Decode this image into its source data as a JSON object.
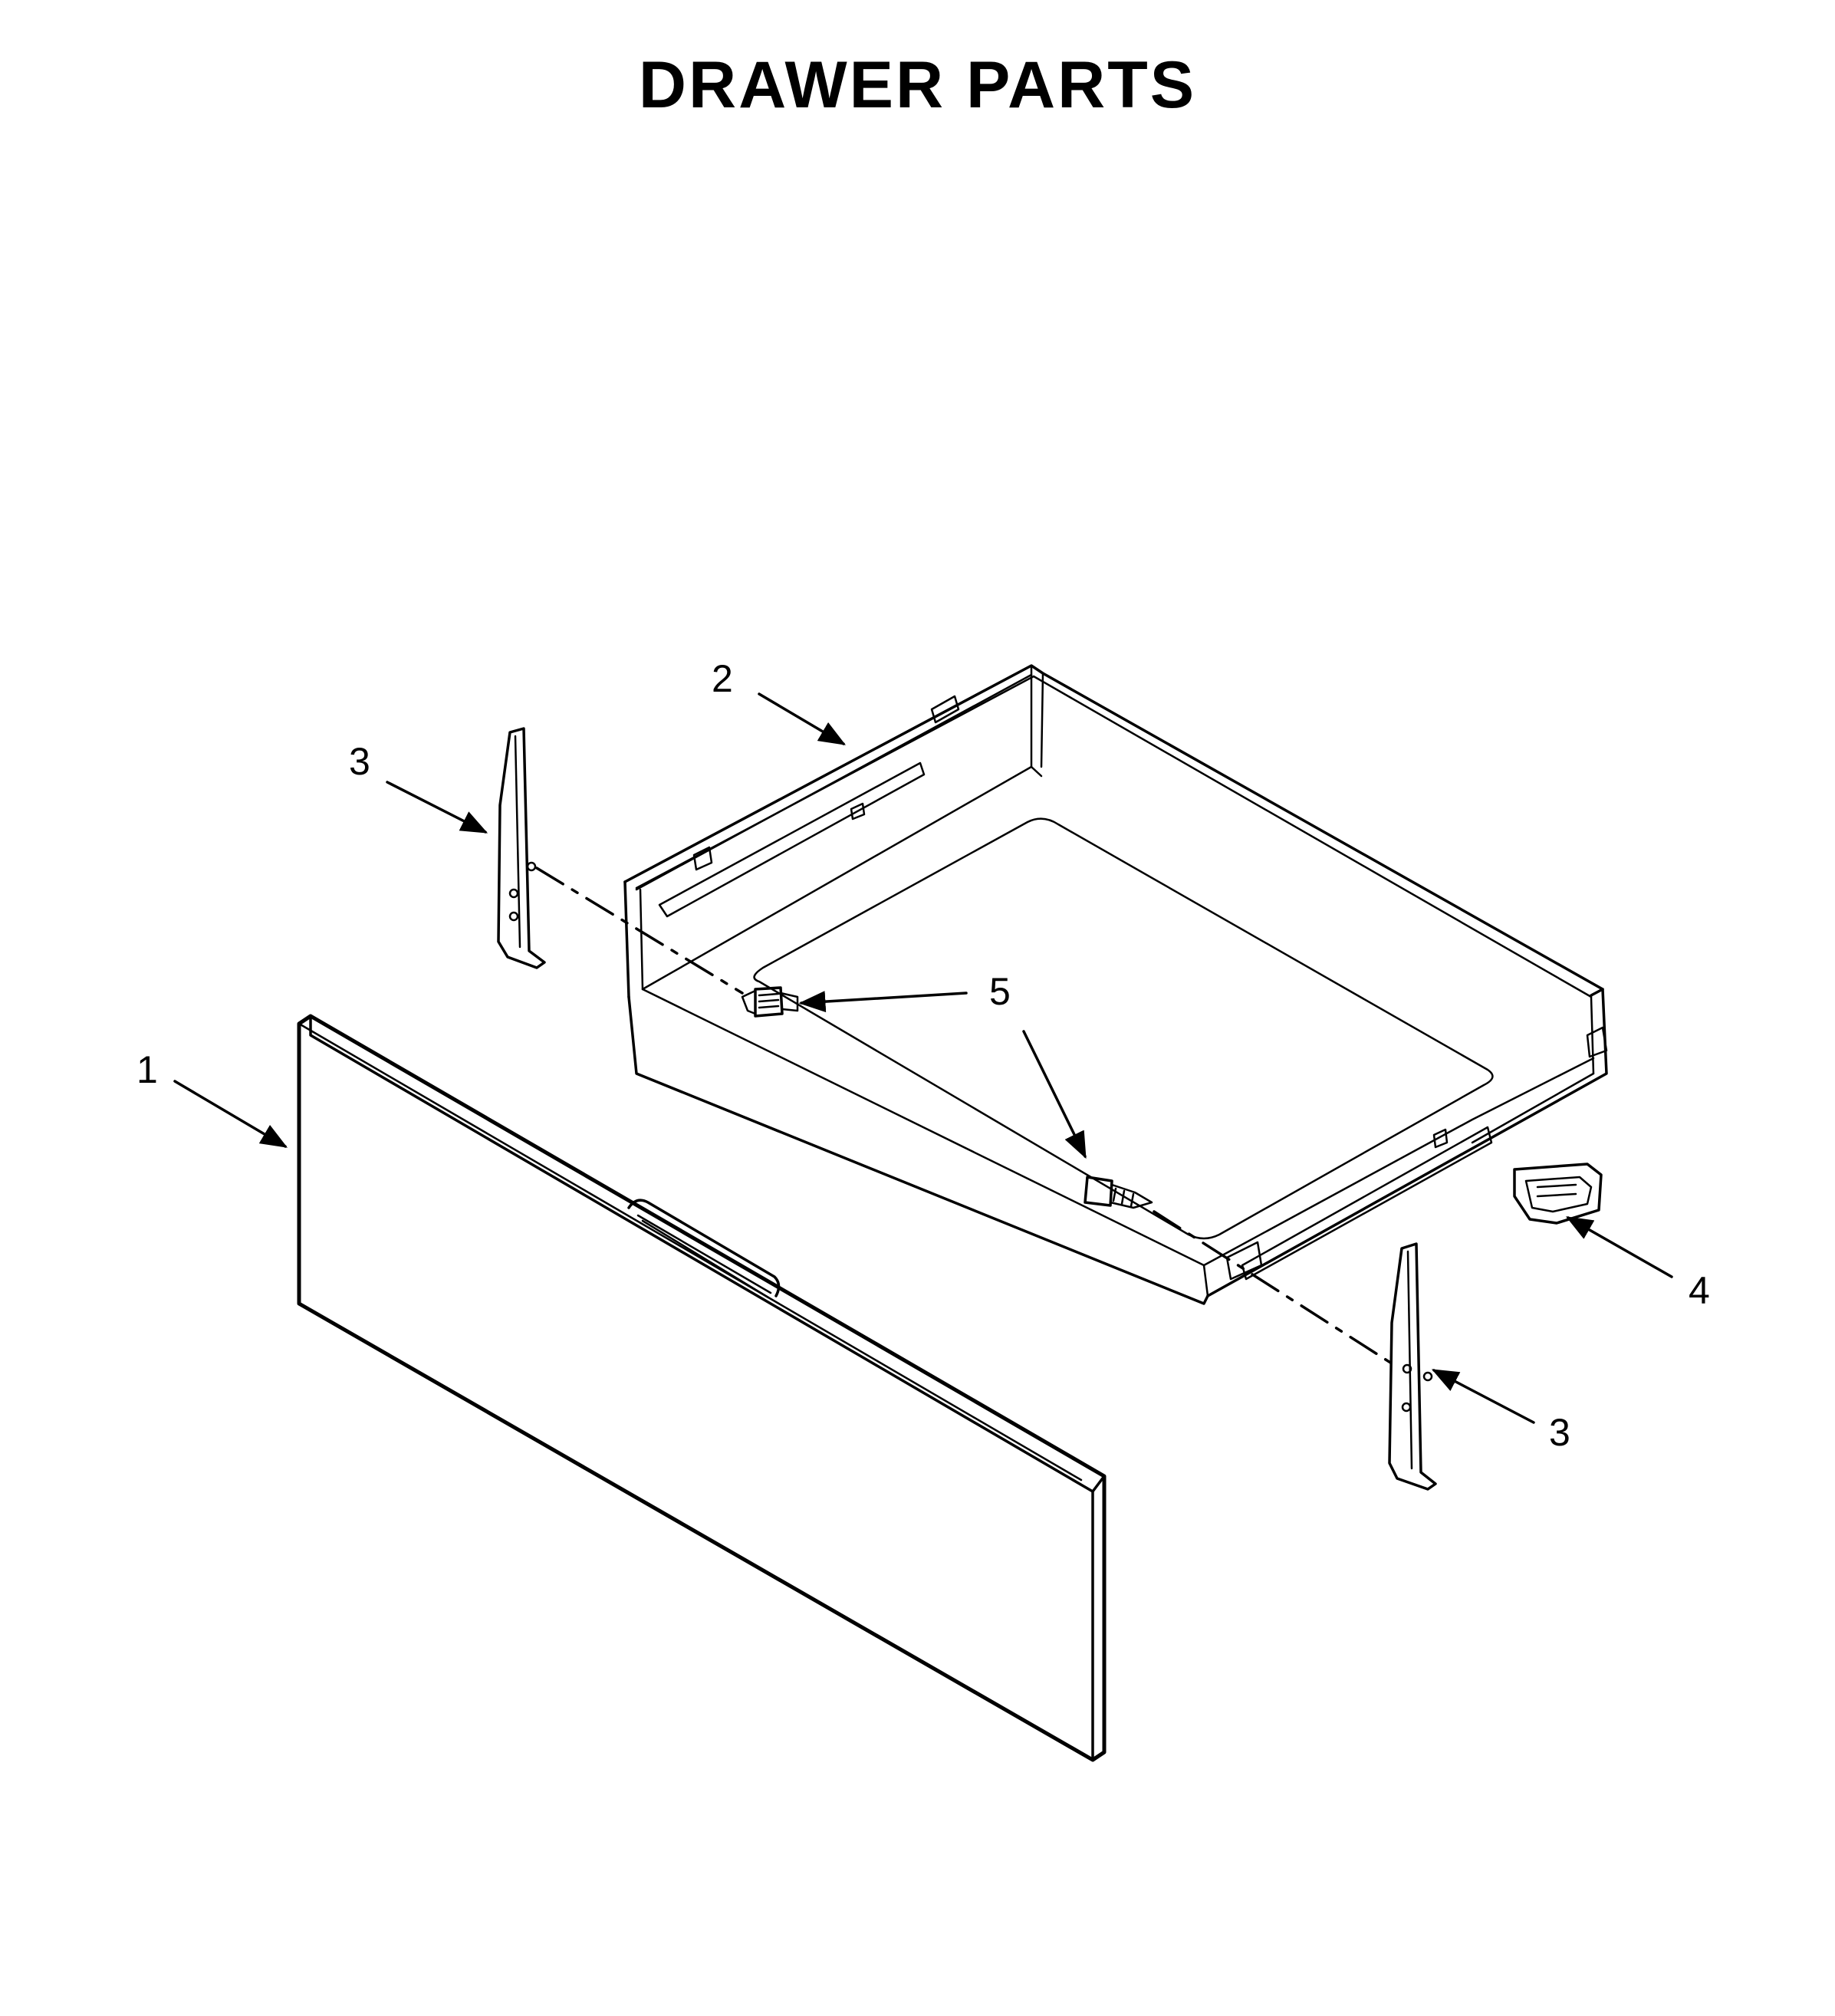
{
  "title": "DRAWER PARTS",
  "callouts": {
    "front_panel": "1",
    "drawer_body": "2",
    "glide_left": "3",
    "glide_right": "3",
    "catch": "4",
    "screw": "5"
  },
  "colors": {
    "ink": "#000000",
    "background": "#ffffff"
  }
}
